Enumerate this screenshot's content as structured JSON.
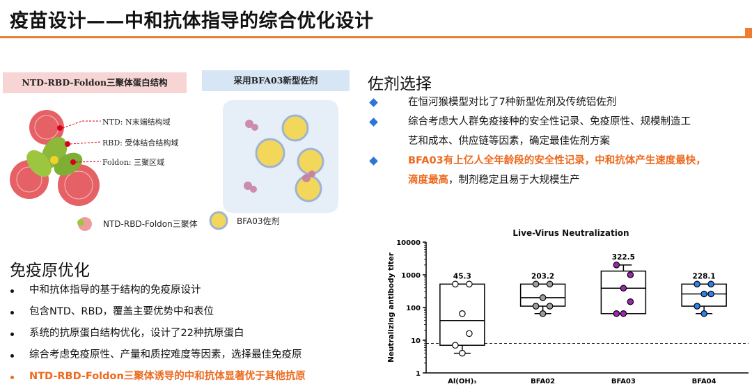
{
  "page": {
    "title": "疫苗设计——中和抗体指导的综合优化设计"
  },
  "diagram": {
    "left_header": "NTD-RBD-Foldon三聚体蛋白结构",
    "right_header": "采用BFA03新型佐剂",
    "labels": [
      "NTD: N末端结构域",
      "RBD: 受体结合结构域",
      "Foldon: 三聚区域"
    ],
    "legend": [
      "NTD-RBD-Foldon三聚体",
      "BFA03佐剂"
    ]
  },
  "adjuvant": {
    "title": "佐剂选择",
    "items": [
      {
        "lines": [
          "在恒河猴模型对比了7种新型佐剂及传统铝佐剂"
        ]
      },
      {
        "lines": [
          "综合考虑大人群免疫接种的安全性记录、免疫原性、规模制造工",
          "艺和成本、供应链等因素，确定最佳佐剂方案"
        ]
      },
      {
        "lines_highlight": [
          "BFA03有上亿人全年龄段的安全性记录，中和抗体产生速度最快，",
          "滴度最高"
        ],
        "tail": "，制剂稳定且易于大规模生产"
      }
    ]
  },
  "immunogen": {
    "title": "免疫原优化",
    "items": [
      "中和抗体指导的基于结构的免疫原设计",
      "包含NTD、RBD，覆盖主要优势中和表位",
      "系统的抗原蛋白结构优化，设计了22种抗原蛋白",
      "综合考虑免疫原性、产量和质控难度等因素，选择最佳免疫原",
      "NTD-RBD-Foldon三聚体诱导的中和抗体显著优于其他抗原"
    ]
  },
  "chart_data": {
    "type": "box",
    "title": "Live-Virus Neutralization",
    "ylabel": "Neutralizing antibody titer",
    "xlabel": "",
    "yscale": "log",
    "ylim": [
      1,
      10000
    ],
    "yticks": [
      "1",
      "10",
      "100",
      "1000",
      "10000"
    ],
    "categories": [
      "Al(OH)₃",
      "BFA02",
      "BFA03",
      "BFA04"
    ],
    "geomean_labels": [
      "45.3",
      "203.2",
      "322.5",
      "228.1"
    ],
    "threshold": 8,
    "point_colors": [
      "#ffffff",
      "#9E9E9E",
      "#9C27B0",
      "#2F80ED"
    ],
    "boxes": [
      {
        "min": 4,
        "q1": 7,
        "median": 40,
        "q3": 520,
        "max": 520,
        "points": [
          520,
          520,
          65,
          16,
          7,
          4
        ]
      },
      {
        "min": 65,
        "q1": 110,
        "median": 200,
        "q3": 520,
        "max": 520,
        "points": [
          520,
          520,
          200,
          110,
          110,
          65
        ]
      },
      {
        "min": 65,
        "q1": 65,
        "median": 390,
        "q3": 1300,
        "max": 2000,
        "points": [
          2000,
          1000,
          390,
          150,
          65,
          65
        ]
      },
      {
        "min": 65,
        "q1": 110,
        "median": 260,
        "q3": 520,
        "max": 520,
        "points": [
          520,
          520,
          260,
          260,
          110,
          65
        ]
      }
    ]
  }
}
